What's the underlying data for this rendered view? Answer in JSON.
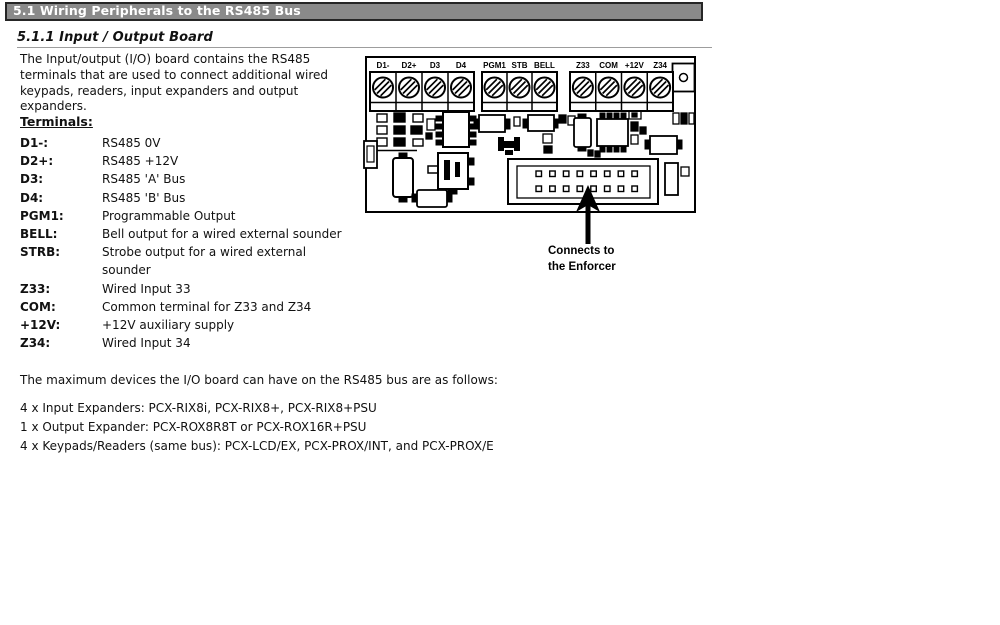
{
  "page": {
    "section_header": "5.1 Wiring Peripherals to the RS485 Bus",
    "subsection_title": "5.1.1 Input / Output Board",
    "intro": "The Input/output (I/O) board contains the RS485 terminals that are used to connect additional wired keypads, readers, input expanders and output expanders.",
    "terminals_heading": "Terminals:",
    "terminals": [
      {
        "label": "D1-:",
        "desc": "RS485 0V"
      },
      {
        "label": "D2+:",
        "desc": "RS485 +12V"
      },
      {
        "label": "D3:",
        "desc": "RS485 'A' Bus"
      },
      {
        "label": "D4:",
        "desc": "RS485 'B' Bus"
      },
      {
        "label": "PGM1:",
        "desc": "Programmable Output"
      },
      {
        "label": "BELL:",
        "desc": "Bell output for a wired external sounder"
      },
      {
        "label": "STRB:",
        "desc": "Strobe output for a wired external sounder"
      },
      {
        "label": "Z33:",
        "desc": "Wired Input 33"
      },
      {
        "label": "COM:",
        "desc": "Common terminal for Z33 and Z34"
      },
      {
        "label": "+12V:",
        "desc": "+12V auxiliary supply"
      },
      {
        "label": "Z34:",
        "desc": "Wired Input 34"
      }
    ],
    "max_devices_intro": "The maximum devices the I/O board can have on the RS485 bus are as follows:",
    "max_devices": [
      "4 x Input Expanders: PCX-RIX8i, PCX-RIX8+, PCX-RIX8+PSU",
      "1 x Output Expander: PCX-ROX8R8T or PCX-ROX16R+PSU",
      "4 x Keypads/Readers (same bus): PCX-LCD/EX, PCX-PROX/INT, and PCX-PROX/E"
    ]
  },
  "diagram": {
    "terminal_groups": [
      {
        "labels": [
          "D1-",
          "D2+",
          "D3",
          "D4"
        ]
      },
      {
        "labels": [
          "PGM1",
          "STB",
          "BELL"
        ]
      },
      {
        "labels": [
          "Z33",
          "COM",
          "+12V",
          "Z34"
        ]
      }
    ],
    "callout": {
      "line1": "Connects to",
      "line2": "the Enforcer"
    }
  },
  "colors": {
    "header_bg": "#8a8a8a",
    "header_border": "#262626",
    "header_text": "#ffffff",
    "ink": "#000000"
  }
}
